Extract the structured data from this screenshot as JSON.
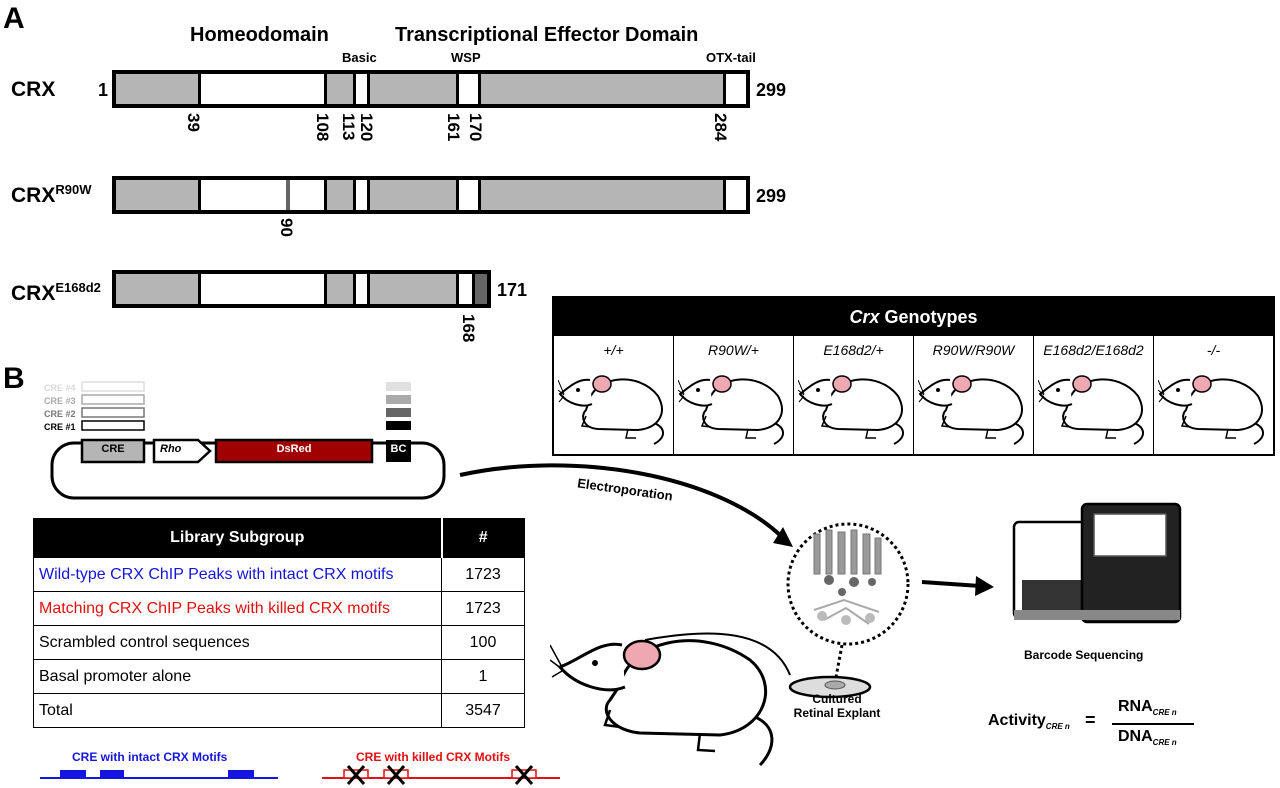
{
  "panel_a": {
    "label": "A",
    "domain_homeodomain": "Homeodomain",
    "domain_effector": "Transcriptional Effector Domain",
    "tag_basic": "Basic",
    "tag_wsp": "WSP",
    "tag_otx": "OTX-tail",
    "crx": {
      "label": "CRX",
      "start": "1",
      "end": "299",
      "positions": [
        "39",
        "108",
        "113",
        "120",
        "161",
        "170",
        "284"
      ]
    },
    "r90w": {
      "label": "CRX",
      "sup": "R90W",
      "end": "299",
      "positions": [
        "90"
      ]
    },
    "e168": {
      "label": "CRX",
      "sup": "E168d2",
      "end": "171",
      "positions": [
        "168"
      ]
    }
  },
  "panel_b": {
    "label": "B",
    "cre_legend": [
      "CRE #4",
      "CRE #3",
      "CRE #2",
      "CRE #1"
    ],
    "plasmid": {
      "cre": "CRE",
      "rho": "Rho",
      "dsred": "DsRed",
      "bc": "BC"
    },
    "electroporation": "Electroporation",
    "explant": "Cultured\nRetinal Explant",
    "sequencing": "Barcode Sequencing",
    "formula": {
      "activity": "Activity",
      "activity_sub": "CRE n",
      "eq": "=",
      "num": "RNA",
      "num_sub": "CRE n",
      "den": "DNA",
      "den_sub": "CRE n"
    },
    "legend_intact": "CRE with intact CRX Motifs",
    "legend_killed": "CRE with killed CRX Motifs"
  },
  "genotypes": {
    "title_italic": "Crx",
    "title_rest": " Genotypes",
    "items": [
      "+/+",
      "R90W/+",
      "E168d2/+",
      "R90W/R90W",
      "E168d2/E168d2",
      "-/-"
    ]
  },
  "library": {
    "header": [
      "Library Subgroup",
      "#"
    ],
    "rows": [
      {
        "name": "Wild-type CRX ChIP Peaks with intact CRX motifs",
        "count": "1723"
      },
      {
        "name": "Matching CRX ChIP Peaks with killed CRX motifs",
        "count": "1723"
      },
      {
        "name": "Scrambled control sequences",
        "count": "100"
      },
      {
        "name": "Basal promoter alone",
        "count": "1"
      },
      {
        "name": "Total",
        "count": "3547"
      }
    ]
  },
  "colors": {
    "gray_domain": "#b5b5b5",
    "dsred": "#a00000",
    "intact_blue": "#1515e0",
    "killed_red": "#e01010"
  }
}
